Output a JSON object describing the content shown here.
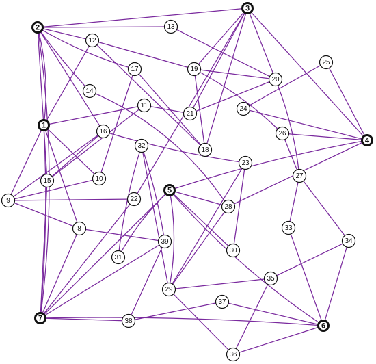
{
  "diagram": {
    "major_nodes": [
      "1",
      "2",
      "3",
      "4",
      "5",
      "6",
      "7"
    ],
    "nodes": [
      "1",
      "2",
      "3",
      "4",
      "5",
      "6",
      "7",
      "8",
      "9",
      "10",
      "11",
      "12",
      "13",
      "14",
      "15",
      "16",
      "17",
      "18",
      "19",
      "20",
      "21",
      "22",
      "23",
      "24",
      "25",
      "26",
      "27",
      "28",
      "29",
      "30",
      "31",
      "32",
      "33",
      "34",
      "35",
      "36",
      "37",
      "38",
      "39"
    ],
    "edges": [
      [
        "2",
        "3"
      ],
      [
        "2",
        "13"
      ],
      [
        "2",
        "12"
      ],
      [
        "2",
        "17"
      ],
      [
        "2",
        "14"
      ],
      [
        "2",
        "16"
      ],
      [
        "2",
        "1"
      ],
      [
        "2",
        "7"
      ],
      [
        "2",
        "15"
      ],
      [
        "13",
        "20"
      ],
      [
        "12",
        "19"
      ],
      [
        "12",
        "1"
      ],
      [
        "12",
        "18"
      ],
      [
        "17",
        "10"
      ],
      [
        "17",
        "18"
      ],
      [
        "14",
        "28"
      ],
      [
        "11",
        "1"
      ],
      [
        "11",
        "21"
      ],
      [
        "11",
        "15"
      ],
      [
        "1",
        "10"
      ],
      [
        "1",
        "9"
      ],
      [
        "1",
        "8"
      ],
      [
        "1",
        "7"
      ],
      [
        "16",
        "9"
      ],
      [
        "16",
        "23"
      ],
      [
        "16",
        "15"
      ],
      [
        "15",
        "7"
      ],
      [
        "9",
        "22"
      ],
      [
        "9",
        "10"
      ],
      [
        "9",
        "8"
      ],
      [
        "8",
        "39"
      ],
      [
        "8",
        "7"
      ],
      [
        "3",
        "19"
      ],
      [
        "3",
        "21"
      ],
      [
        "3",
        "18"
      ],
      [
        "3",
        "22"
      ],
      [
        "3",
        "20"
      ],
      [
        "3",
        "4"
      ],
      [
        "19",
        "20"
      ],
      [
        "19",
        "26"
      ],
      [
        "19",
        "18"
      ],
      [
        "20",
        "21"
      ],
      [
        "20",
        "27"
      ],
      [
        "24",
        "4"
      ],
      [
        "25",
        "24"
      ],
      [
        "25",
        "4"
      ],
      [
        "26",
        "27"
      ],
      [
        "26",
        "4"
      ],
      [
        "4",
        "5"
      ],
      [
        "4",
        "28"
      ],
      [
        "27",
        "33"
      ],
      [
        "27",
        "34"
      ],
      [
        "32",
        "31"
      ],
      [
        "32",
        "29"
      ],
      [
        "32",
        "39"
      ],
      [
        "23",
        "30"
      ],
      [
        "23",
        "29"
      ],
      [
        "28",
        "29"
      ],
      [
        "5",
        "28"
      ],
      [
        "5",
        "30"
      ],
      [
        "5",
        "29"
      ],
      [
        "5",
        "7"
      ],
      [
        "5",
        "31"
      ],
      [
        "5",
        "6"
      ],
      [
        "39",
        "7"
      ],
      [
        "39",
        "38"
      ],
      [
        "34",
        "6"
      ],
      [
        "34",
        "35"
      ],
      [
        "33",
        "6"
      ],
      [
        "35",
        "36"
      ],
      [
        "35",
        "29"
      ],
      [
        "29",
        "36"
      ],
      [
        "37",
        "38"
      ],
      [
        "37",
        "6"
      ],
      [
        "38",
        "7"
      ],
      [
        "7",
        "6"
      ],
      [
        "36",
        "6"
      ],
      [
        "7",
        "22"
      ]
    ]
  }
}
